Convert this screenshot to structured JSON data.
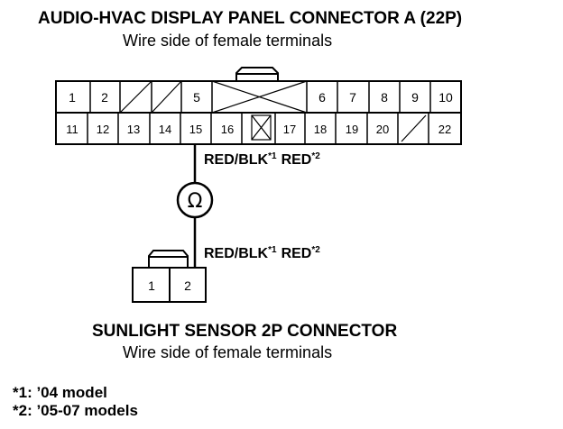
{
  "connector_a": {
    "title": "AUDIO-HVAC DISPLAY PANEL CONNECTOR A (22P)",
    "subtitle": "Wire side of female terminals",
    "row1": [
      {
        "label": "1"
      },
      {
        "label": "2"
      },
      {
        "label": ""
      },
      {
        "label": ""
      },
      {
        "label": "5"
      },
      {
        "label": ""
      },
      {
        "label": "6"
      },
      {
        "label": "7"
      },
      {
        "label": "8"
      },
      {
        "label": "9"
      },
      {
        "label": "10"
      }
    ],
    "row2": [
      {
        "label": "11"
      },
      {
        "label": "12"
      },
      {
        "label": "13"
      },
      {
        "label": "14"
      },
      {
        "label": "15"
      },
      {
        "label": "16"
      },
      {
        "label": ""
      },
      {
        "label": "17"
      },
      {
        "label": "18"
      },
      {
        "label": "19"
      },
      {
        "label": "20"
      },
      {
        "label": ""
      },
      {
        "label": "22"
      }
    ]
  },
  "wire_labels": {
    "upper": {
      "part1": "RED/BLK",
      "sup1": "*1",
      "part2": "RED",
      "sup2": "*2"
    },
    "lower": {
      "part1": "RED/BLK",
      "sup1": "*1",
      "part2": "RED",
      "sup2": "*2"
    }
  },
  "ohmmeter": {
    "symbol": "Ω"
  },
  "sensor": {
    "title": "SUNLIGHT SENSOR 2P CONNECTOR",
    "subtitle": "Wire side of female terminals",
    "pins": [
      "1",
      "2"
    ]
  },
  "notes": {
    "note1": "*1: ’04 model",
    "note2": "*2: ’05-07 models"
  }
}
